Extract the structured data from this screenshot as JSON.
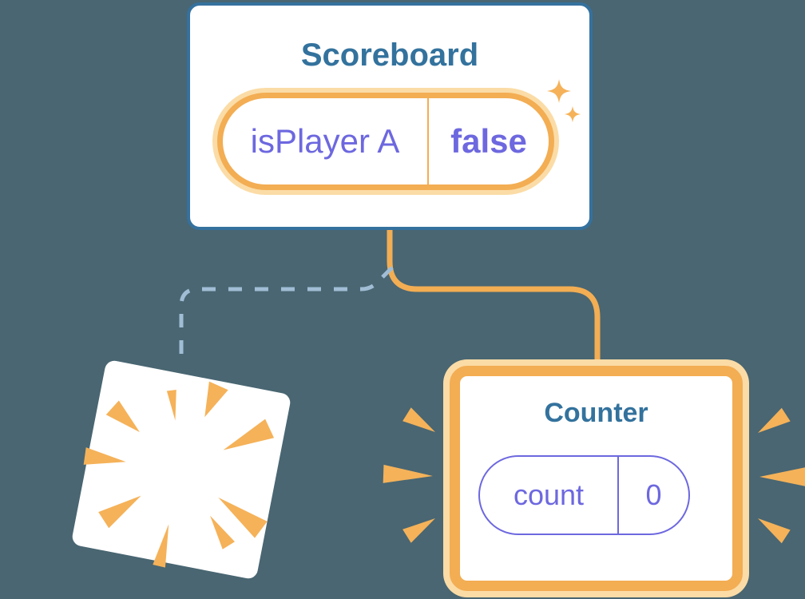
{
  "diagram": {
    "background_color": "#496672",
    "palette": {
      "accent_orange": "#F3AD53",
      "accent_orange_halo": "#FBDCA6",
      "state_purple": "#6D68DF",
      "heading_teal": "#33729D",
      "card_border_blue": "#35719E",
      "dashed_line_blue": "#A0BDD5",
      "card_background": "#FFFFFF"
    },
    "scoreboard": {
      "title": "Scoreboard",
      "state_pill": {
        "name": "isPlayer A",
        "value": "false"
      }
    },
    "counter": {
      "title": "Counter",
      "state_pill": {
        "name": "count",
        "value": "0"
      }
    },
    "icons": {
      "sparkles": "sparkles-icon",
      "poof_burst": "poof-burst-icon",
      "emphasis_left": "emphasis-marks-left-icon",
      "emphasis_right": "emphasis-marks-right-icon"
    },
    "links": {
      "removed_branch_style": "dashed",
      "kept_branch_style": "solid"
    }
  }
}
